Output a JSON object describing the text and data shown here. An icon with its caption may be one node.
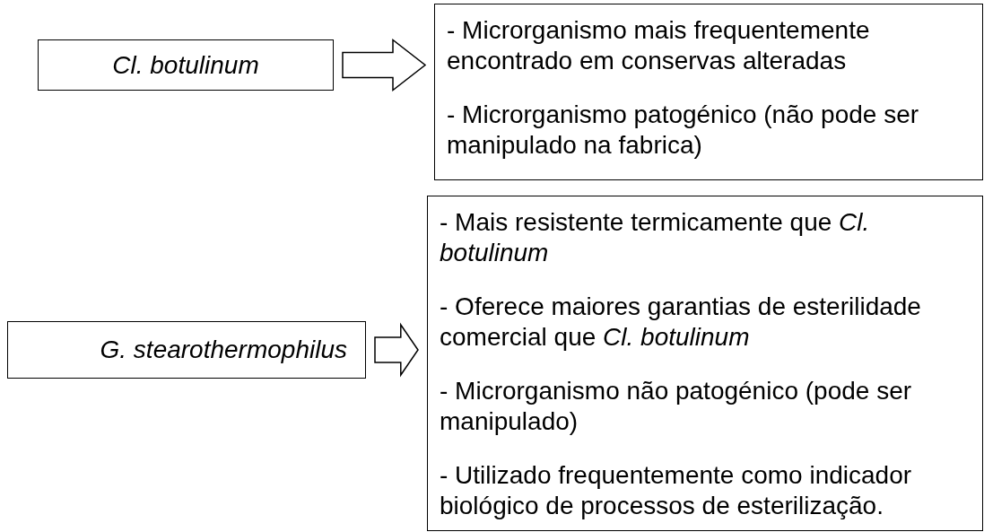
{
  "diagram": {
    "nodes": [
      {
        "text": [
          "Cl. botulinum"
        ]
      },
      {
        "text": [
          "- Microrganismo mais frequentemente encontrado em conservas alteradas",
          "- Microrganismo patogénico (não pode ser manipulado na fabrica)"
        ]
      },
      {
        "text": [
          "G. stearothermophilus"
        ]
      },
      {
        "text": [
          "- Mais resistente termicamente que *Cl. botulinum*",
          "- Oferece maiores garantias de esterilidade comercial que *Cl. botulinum*",
          "- Microrganismo não patogénico (pode ser manipulado)",
          "- Utilizado frequentemente como indicador biológico de processos de esterilização."
        ]
      }
    ],
    "edges": [
      {
        "from": 0,
        "to": 1,
        "arrow": "to"
      },
      {
        "from": 2,
        "to": 3,
        "arrow": "to"
      }
    ]
  }
}
